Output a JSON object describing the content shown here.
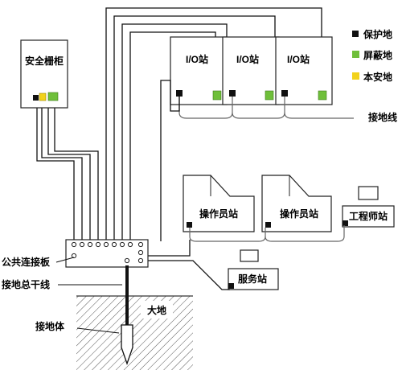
{
  "cabinet": {
    "label": "安全栅柜"
  },
  "io_stations": [
    {
      "label": "I/O站"
    },
    {
      "label": "I/O站"
    },
    {
      "label": "I/O站"
    }
  ],
  "operator_stations": [
    {
      "label": "操作员站"
    },
    {
      "label": "操作员站"
    }
  ],
  "engineer_station": {
    "label": "工程师站"
  },
  "service_station": {
    "label": "服务站"
  },
  "legend": [
    {
      "label": "保护地",
      "color": "#111111"
    },
    {
      "label": "屏蔽地",
      "color": "#6fbf3a"
    },
    {
      "label": "本安地",
      "color": "#f2d21b"
    }
  ],
  "labels": {
    "ground_line": "接地线",
    "common_board": "公共连接板",
    "trunk_line": "接地总干线",
    "earth": "大地",
    "ground_body": "接地体"
  },
  "colors": {
    "protect": "#111111",
    "shield": "#6fbf3a",
    "intrinsic": "#f2d21b",
    "hatch": "#555555"
  }
}
